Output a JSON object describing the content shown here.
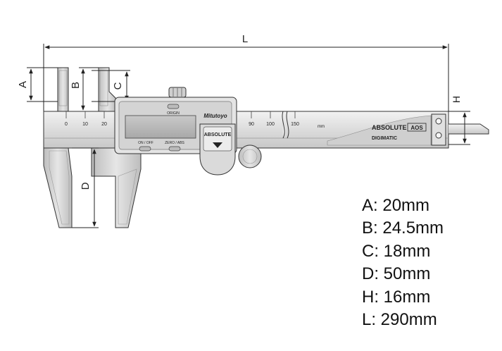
{
  "dimension_labels": {
    "A": "A",
    "B": "B",
    "C": "C",
    "D": "D",
    "H": "H",
    "L": "L"
  },
  "scale": {
    "ticks": [
      "0",
      "10",
      "20",
      "90",
      "100",
      "150"
    ],
    "unit_mark": "mm"
  },
  "display": {
    "origin_label": "ORIGIN",
    "brand": "Mitutoyo",
    "on_off_label": "ON / OFF",
    "zero_abs_label": "ZERO / ABS",
    "absolute_badge": "ABSOLUTE"
  },
  "beam": {
    "logo_line1": "ABSOLUTE",
    "logo_aos": "AOS",
    "logo_line2": "DIGIMATIC"
  },
  "specs": [
    "A: 20mm",
    "B: 24.5mm",
    "C: 18mm",
    "D: 50mm",
    "H: 16mm",
    "L: 290mm"
  ]
}
